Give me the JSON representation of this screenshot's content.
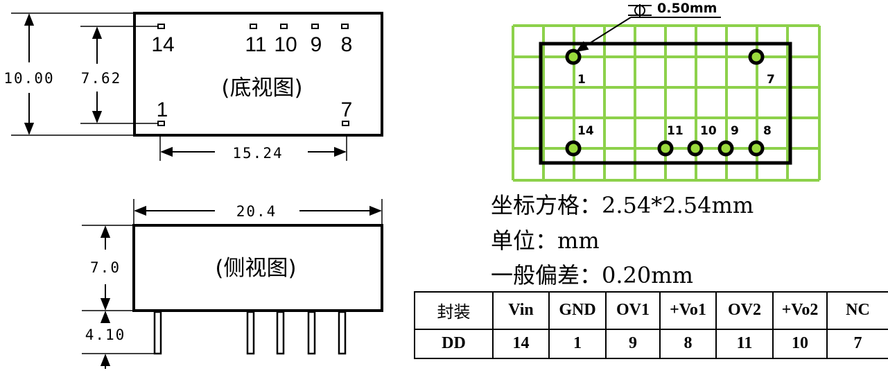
{
  "bottom_view": {
    "label": "(底视图)",
    "pins_top": [
      "14",
      "11",
      "10",
      "9",
      "8"
    ],
    "pins_bottom": [
      "1",
      "7"
    ],
    "dim_height_outer": "10.00",
    "dim_height_pins": "7.62",
    "dim_width_pins": "15.24"
  },
  "side_view": {
    "label": "(侧视图)",
    "dim_width": "20.4",
    "dim_height": "7.0",
    "dim_pin_length": "4.10"
  },
  "grid_view": {
    "hole_label": "0.50mm",
    "pin_labels": [
      "1",
      "7",
      "14",
      "11",
      "10",
      "9",
      "8"
    ]
  },
  "notes": [
    {
      "label": "坐标方格：",
      "value": "2.54*2.54mm"
    },
    {
      "label": "单位：",
      "value": "mm"
    },
    {
      "label": "一般偏差：",
      "value": "0.20mm"
    }
  ],
  "pin_table": {
    "header": [
      "封装",
      "Vin",
      "GND",
      "OV1",
      "+Vo1",
      "OV2",
      "+Vo2",
      "NC"
    ],
    "row": [
      "DD",
      "14",
      "1",
      "9",
      "8",
      "11",
      "10",
      "7"
    ]
  },
  "colors": {
    "grid": "#8dd14b",
    "pad_fill": "#9adb3c",
    "line": "#000000"
  }
}
